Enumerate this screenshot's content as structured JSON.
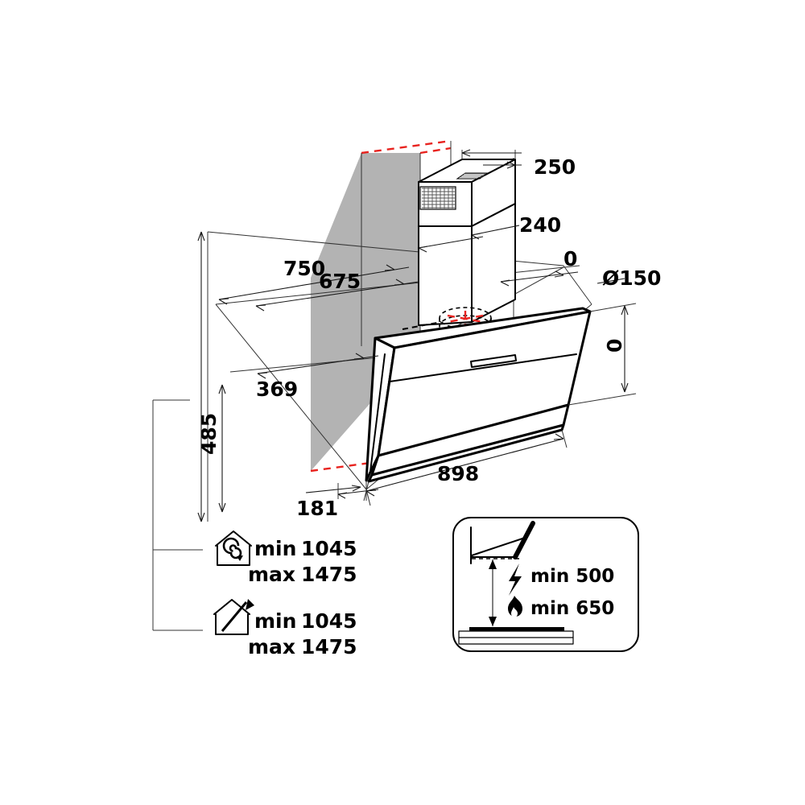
{
  "document": {
    "type": "technical-dimension-drawing",
    "subject": "Wall-mounted inclined cooker hood",
    "background_color": "#ffffff",
    "line_color": "#000000",
    "accent_color": "#e8231f",
    "wall_panel_color": "#b3b3b3"
  },
  "dimensions": {
    "chimney_depth": "250",
    "chimney_width": "240",
    "offset_zero_top": "0",
    "duct_diameter": "Ø150",
    "depth_outer": "750",
    "depth_inner": "675",
    "wall_to_front": "369",
    "hood_height": "485",
    "front_offset": "181",
    "hood_width": "898",
    "right_zero": "0"
  },
  "legend": {
    "items": [
      {
        "icon": "recirculation-house-icon",
        "min_label": "min",
        "min_value": "1045",
        "max_label": "max",
        "max_value": "1475"
      },
      {
        "icon": "ducted-exhaust-house-icon",
        "min_label": "min",
        "min_value": "1045",
        "max_label": "max",
        "max_value": "1475"
      }
    ]
  },
  "inset": {
    "title": "minimum-clearance-diagram",
    "rows": [
      {
        "icon": "lightning-bolt-icon",
        "icon_meaning": "electric-hob",
        "label": "min 500"
      },
      {
        "icon": "flame-icon",
        "icon_meaning": "gas-hob",
        "label": "min 650"
      }
    ]
  }
}
